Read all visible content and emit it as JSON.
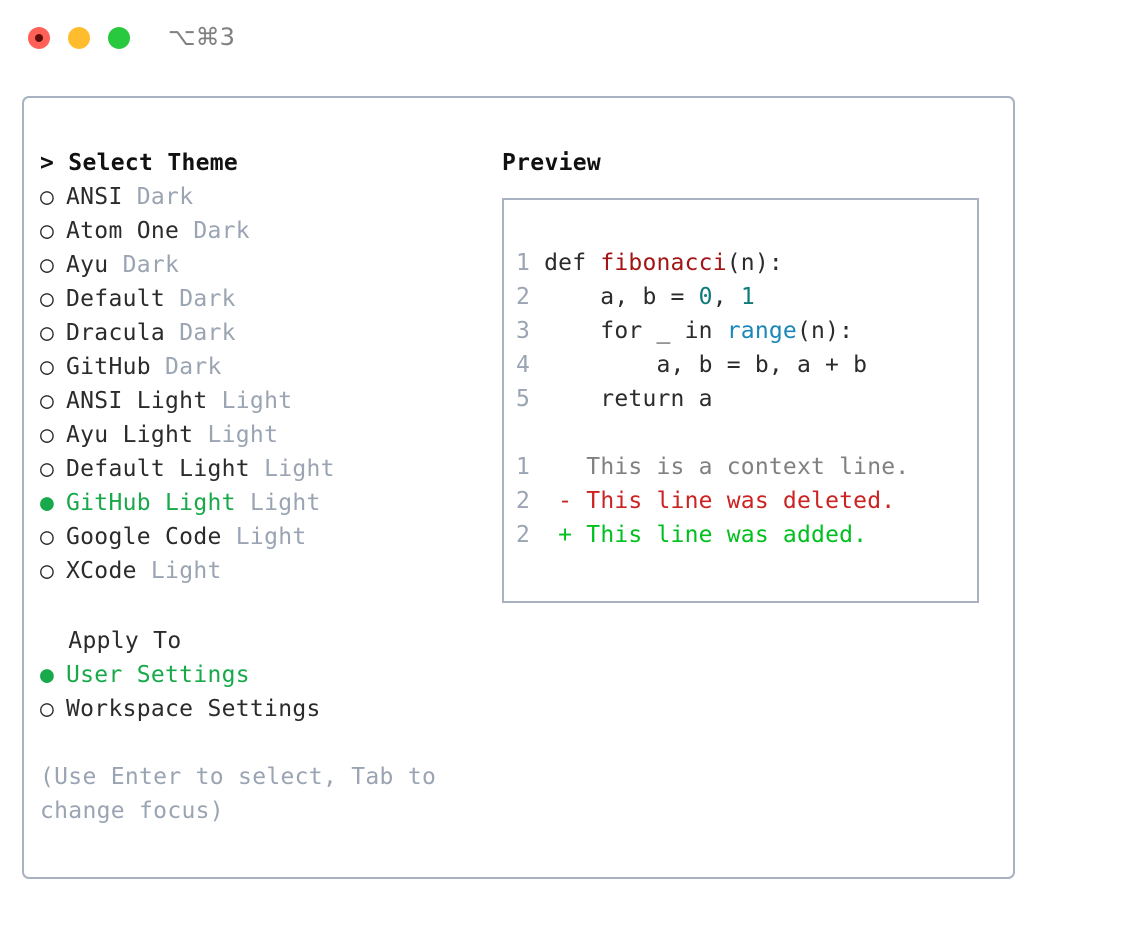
{
  "window": {
    "shortcut": "⌥⌘3",
    "traffic_lights": [
      "close",
      "minimize",
      "maximize"
    ]
  },
  "theme_selector": {
    "header": "> Select Theme",
    "focus_prefix": ">",
    "selected_marker": "●",
    "unselected_marker": "○",
    "selected_color": "#17a94a",
    "variant_color": "#9aa4b2",
    "items": [
      {
        "marker": "○",
        "name": "ANSI",
        "variant": "Dark",
        "selected": false
      },
      {
        "marker": "○",
        "name": "Atom One",
        "variant": "Dark",
        "selected": false
      },
      {
        "marker": "○",
        "name": "Ayu",
        "variant": "Dark",
        "selected": false
      },
      {
        "marker": "○",
        "name": "Default",
        "variant": "Dark",
        "selected": false
      },
      {
        "marker": "○",
        "name": "Dracula",
        "variant": "Dark",
        "selected": false
      },
      {
        "marker": "○",
        "name": "GitHub",
        "variant": "Dark",
        "selected": false
      },
      {
        "marker": "○",
        "name": "ANSI Light",
        "variant": "Light",
        "selected": false
      },
      {
        "marker": "○",
        "name": "Ayu Light",
        "variant": "Light",
        "selected": false
      },
      {
        "marker": "○",
        "name": "Default Light",
        "variant": "Light",
        "selected": false
      },
      {
        "marker": "●",
        "name": "GitHub Light",
        "variant": "Light",
        "selected": true
      },
      {
        "marker": "○",
        "name": "Google Code",
        "variant": "Light",
        "selected": false
      },
      {
        "marker": "○",
        "name": "XCode",
        "variant": "Light",
        "selected": false
      }
    ]
  },
  "apply_to": {
    "header": "  Apply To",
    "items": [
      {
        "marker": "●",
        "label": "User Settings",
        "selected": true
      },
      {
        "marker": "○",
        "label": "Workspace Settings",
        "selected": false
      }
    ]
  },
  "hint": {
    "text": "(Use Enter to select, Tab to change focus)"
  },
  "preview": {
    "header": "Preview",
    "code": [
      {
        "lno": "1",
        "parts": [
          {
            "text": " def ",
            "cls": "plain"
          },
          {
            "text": "fibonacci",
            "cls": "tok-fn"
          },
          {
            "text": "(n):",
            "cls": "plain"
          }
        ]
      },
      {
        "lno": "2",
        "parts": [
          {
            "text": "     a, b = ",
            "cls": "plain"
          },
          {
            "text": "0",
            "cls": "tok-num"
          },
          {
            "text": ", ",
            "cls": "plain"
          },
          {
            "text": "1",
            "cls": "tok-num"
          }
        ]
      },
      {
        "lno": "3",
        "parts": [
          {
            "text": "     for _ in ",
            "cls": "plain"
          },
          {
            "text": "range",
            "cls": "tok-call"
          },
          {
            "text": "(n):",
            "cls": "plain"
          }
        ]
      },
      {
        "lno": "4",
        "parts": [
          {
            "text": "         a, b = b, a + b",
            "cls": "plain"
          }
        ]
      },
      {
        "lno": "5",
        "parts": [
          {
            "text": "     return a",
            "cls": "plain"
          }
        ]
      }
    ],
    "diff": [
      {
        "lno": "1",
        "sign": "  ",
        "text": "This is a context line.",
        "kind": "diff-ctx"
      },
      {
        "lno": "2",
        "sign": "- ",
        "text": "This line was deleted.",
        "kind": "diff-del"
      },
      {
        "lno": "2",
        "sign": "+ ",
        "text": "This line was added.",
        "kind": "diff-add"
      }
    ]
  },
  "colors": {
    "panel_border": "#a8b2c0",
    "function_name": "#a31515",
    "number_literal": "#0f7a7a",
    "builtin_call": "#1a87b8",
    "diff_deleted": "#cc2222",
    "diff_added": "#00c020",
    "line_number": "#9aa4b2"
  }
}
